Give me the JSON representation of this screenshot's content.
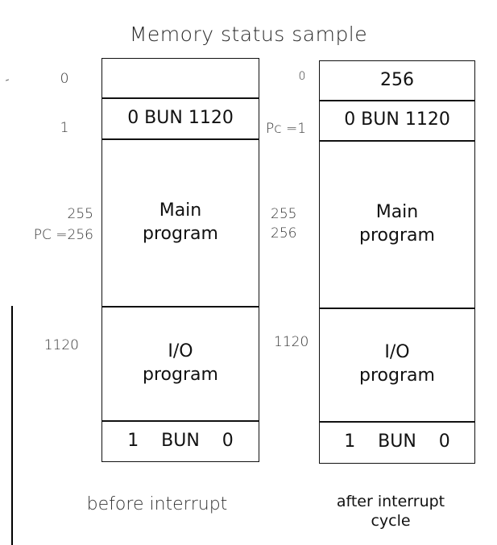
{
  "title": "Memory status sample",
  "before": {
    "caption": "before interrupt",
    "addresses": {
      "a0": "0",
      "a1": "1",
      "a255": "255",
      "pc": "PC =256",
      "a1120": "1120"
    },
    "cells": {
      "word0": "",
      "word1": "0  BUN  1120",
      "main": "Main\nprogram",
      "io": "I/O\nprogram",
      "last": "1    BUN    0"
    }
  },
  "after": {
    "caption": "after interrupt\ncycle",
    "addresses": {
      "a0": "0",
      "pc": "Pc =1",
      "a255": "255",
      "a256": "256",
      "a1120": "1120"
    },
    "cells": {
      "word0": "256",
      "word1": "0  BUN  1120",
      "main": "Main\nprogram",
      "io": "I/O\nprogram",
      "last": "1    BUN    0"
    }
  }
}
